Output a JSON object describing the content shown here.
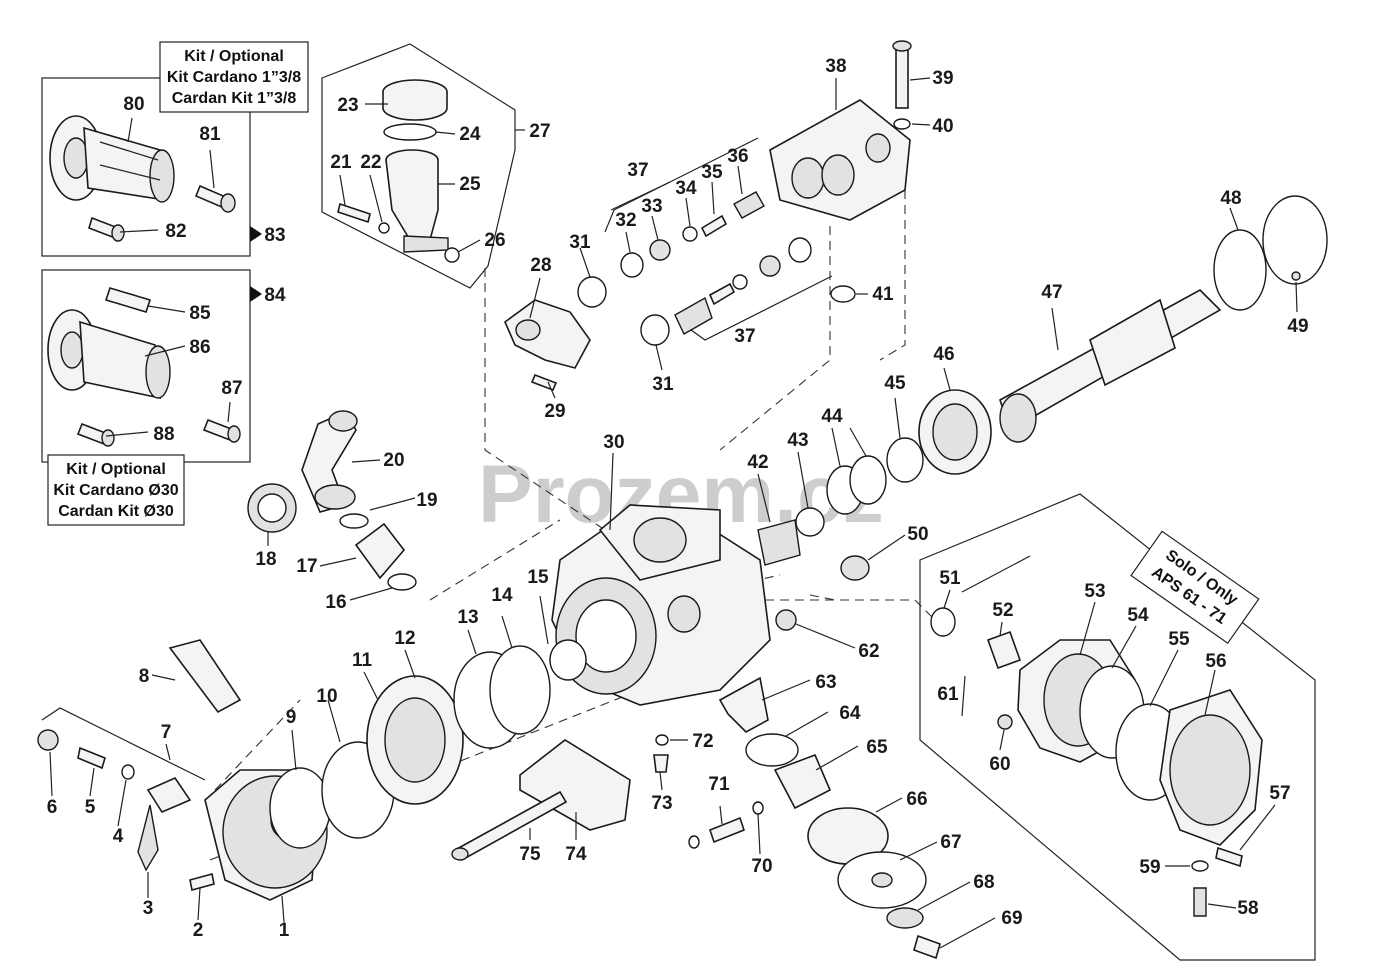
{
  "watermark": "Prozem.cz",
  "kit_cardano_138": {
    "line1": "Kit / Optional",
    "line2": "Kit Cardano 1”3/8",
    "line3": "Cardan Kit 1”3/8"
  },
  "kit_cardano_30": {
    "line1": "Kit / Optional",
    "line2": "Kit Cardano Ø30",
    "line3": "Cardan Kit Ø30"
  },
  "solo_only": {
    "line1": "Solo / Only",
    "line2": "APS 61 - 71"
  },
  "parts": {
    "p1": "1",
    "p2": "2",
    "p3": "3",
    "p4": "4",
    "p5": "5",
    "p6": "6",
    "p7": "7",
    "p8": "8",
    "p9": "9",
    "p10": "10",
    "p11": "11",
    "p12": "12",
    "p13": "13",
    "p14": "14",
    "p15": "15",
    "p16": "16",
    "p17": "17",
    "p18": "18",
    "p19": "19",
    "p20": "20",
    "p21": "21",
    "p22": "22",
    "p23": "23",
    "p24": "24",
    "p25": "25",
    "p26": "26",
    "p27": "27",
    "p28": "28",
    "p29": "29",
    "p30": "30",
    "p31a": "31",
    "p31b": "31",
    "p32": "32",
    "p33": "33",
    "p34": "34",
    "p35": "35",
    "p36": "36",
    "p37a": "37",
    "p37b": "37",
    "p38": "38",
    "p39": "39",
    "p40": "40",
    "p41": "41",
    "p42": "42",
    "p43": "43",
    "p44": "44",
    "p45": "45",
    "p46": "46",
    "p47": "47",
    "p48": "48",
    "p49": "49",
    "p50": "50",
    "p51": "51",
    "p52": "52",
    "p53": "53",
    "p54": "54",
    "p55": "55",
    "p56": "56",
    "p57": "57",
    "p58": "58",
    "p59": "59",
    "p60": "60",
    "p61": "61",
    "p62": "62",
    "p63": "63",
    "p64": "64",
    "p65": "65",
    "p66": "66",
    "p67": "67",
    "p68": "68",
    "p69": "69",
    "p70": "70",
    "p71": "71",
    "p72": "72",
    "p73": "73",
    "p74": "74",
    "p75": "75",
    "p80": "80",
    "p81": "81",
    "p82": "82",
    "p83": "83",
    "p84": "84",
    "p85": "85",
    "p86": "86",
    "p87": "87",
    "p88": "88"
  }
}
